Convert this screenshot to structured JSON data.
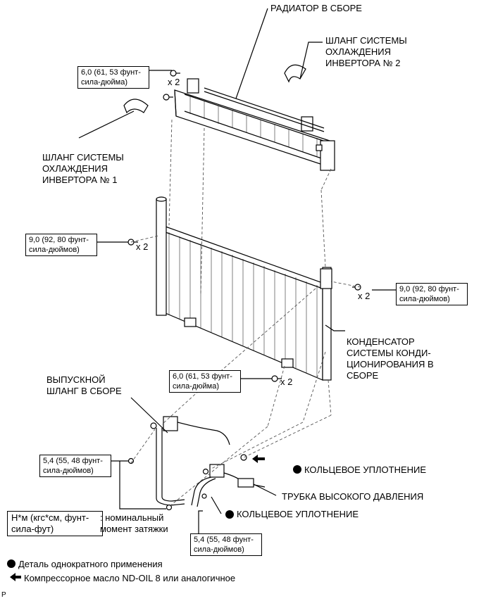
{
  "labels": {
    "radiator": "РАДИАТОР В СБОРЕ",
    "inverter_hose_2": "ШЛАНГ СИСТЕМЫ\nОХЛАЖДЕНИЯ\nИНВЕРТОРА № 2",
    "inverter_hose_1": "ШЛАНГ СИСТЕМЫ\nОХЛАЖДЕНИЯ\nИНВЕРТОРА № 1",
    "condenser": "КОНДЕНСАТОР\nСИСТЕМЫ КОНДИ-\nЦИОНИРОВАНИЯ В\nСБОРЕ",
    "discharge_hose": "ВЫПУСКНОЙ\nШЛАНГ В СБОРЕ",
    "o_ring_1": "КОЛЬЦЕВОЕ УПЛОТНЕНИЕ",
    "hp_tube": "ТРУБКА ВЫСОКОГО ДАВЛЕНИЯ",
    "o_ring_2": "КОЛЬЦЕВОЕ УПЛОТНЕНИЕ"
  },
  "torques": {
    "t1": "6,0 (61, 53 фунт-\nсила-дюйма)",
    "t2": "9,0 (92, 80 фунт-\nсила-дюймов)",
    "t3": "9,0 (92, 80 фунт-\nсила-дюймов)",
    "t4": "6,0 (61, 53 фунт-\nсила-дюйма)",
    "t5": "5,4 (55, 48 фунт-\nсила-дюймов)",
    "t6": "5,4 (55, 48 фунт-\nсила-дюймов)"
  },
  "quantities": {
    "q1": "x 2",
    "q2": "x 2",
    "q3": "x 2",
    "q4": "x 2"
  },
  "legend": {
    "units_box": "Н*м (кгс*см, фунт-\nсила-фут)",
    "units_desc": ": номинальный\nмомент затяжки",
    "single_use": "Деталь однократного применения",
    "compressor_oil": "Компрессорное масло ND-OIL 8 или аналогичное"
  },
  "footer_code": "P",
  "icons": {
    "single_use": "filled-circle-icon",
    "oil": "left-arrow-icon"
  }
}
